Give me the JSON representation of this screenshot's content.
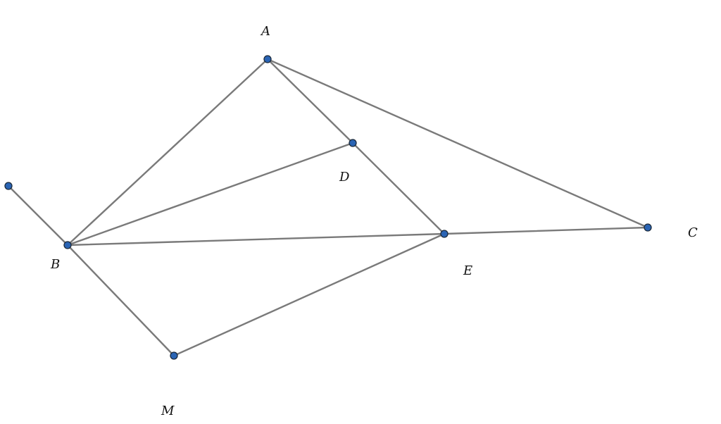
{
  "figure": {
    "colors": {
      "segment": "#7a7a7a",
      "point_fill": "#2a64b4",
      "point_stroke": "#1c2a3a",
      "label": "#111111",
      "background": "#ffffff"
    },
    "labels": {
      "A": "A",
      "B": "B",
      "C": "C",
      "D": "D",
      "E": "E",
      "M": "M"
    },
    "points": [
      "A",
      "B",
      "C",
      "D",
      "E",
      "M",
      "unlabeled"
    ],
    "segments": [
      [
        "A",
        "B"
      ],
      [
        "A",
        "D"
      ],
      [
        "A",
        "C"
      ],
      [
        "D",
        "E"
      ],
      [
        "B",
        "D"
      ],
      [
        "B",
        "E"
      ],
      [
        "E",
        "C"
      ],
      [
        "B",
        "M"
      ],
      [
        "M",
        "E"
      ],
      [
        "B",
        "unlabeled"
      ]
    ]
  }
}
